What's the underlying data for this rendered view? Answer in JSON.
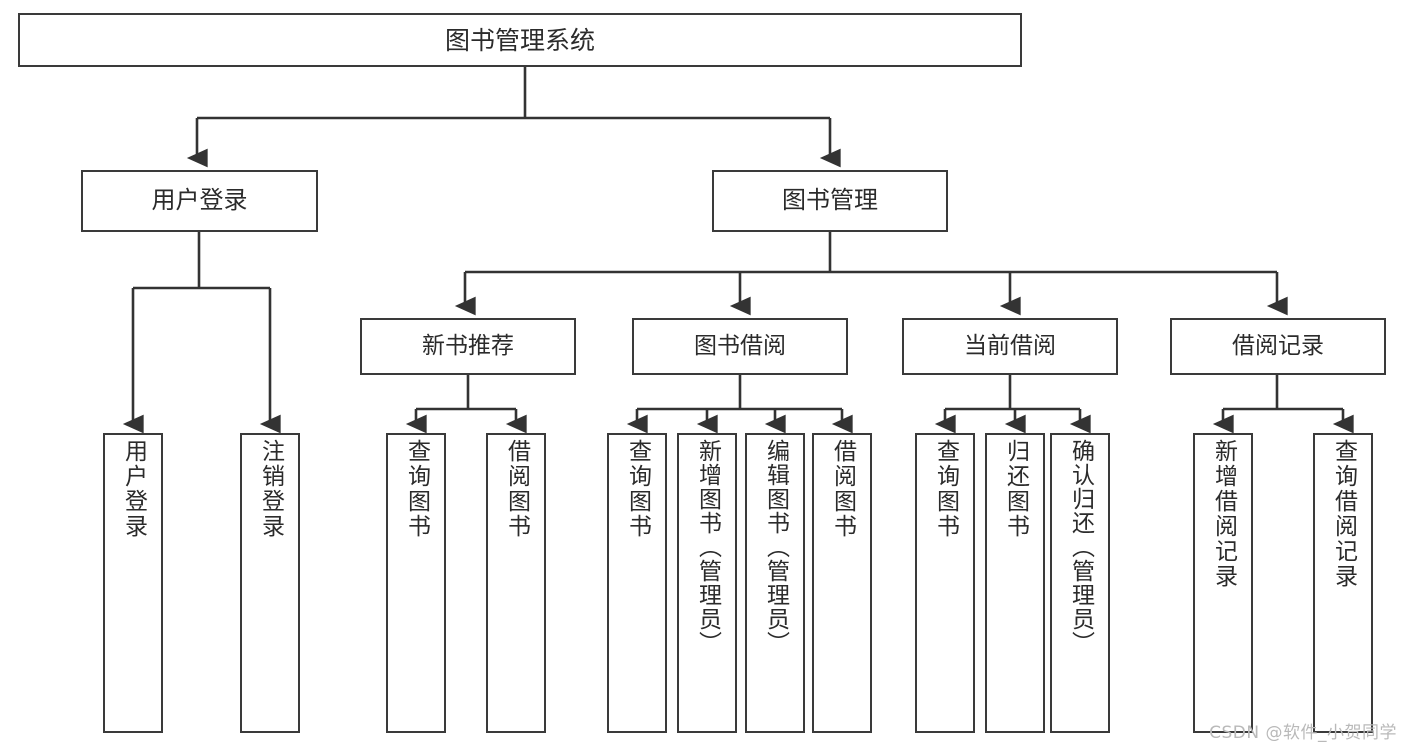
{
  "diagram": {
    "title": "图书管理系统",
    "type": "tree",
    "watermark": "CSDN @软件_小贺同学",
    "colors": {
      "box_border": "#3a3a3a",
      "box_fill": "#ffffff",
      "connector": "#333333",
      "text": "#2b2b2b",
      "watermark": "#b9b9b9"
    },
    "root": {
      "label": "图书管理系统"
    },
    "level2": [
      {
        "label": "用户登录"
      },
      {
        "label": "图书管理"
      }
    ],
    "level3": [
      {
        "label": "新书推荐"
      },
      {
        "label": "图书借阅"
      },
      {
        "label": "当前借阅"
      },
      {
        "label": "借阅记录"
      }
    ],
    "leaves": {
      "user_login": [
        {
          "label": "用户登录"
        },
        {
          "label": "注销登录"
        }
      ],
      "new_book": [
        {
          "label": "查询图书"
        },
        {
          "label": "借阅图书"
        }
      ],
      "book_borrow": [
        {
          "label": "查询图书"
        },
        {
          "label": "新增图书（管理员）"
        },
        {
          "label": "编辑图书（管理员）"
        },
        {
          "label": "借阅图书"
        }
      ],
      "current_borrow": [
        {
          "label": "查询图书"
        },
        {
          "label": "归还图书"
        },
        {
          "label": "确认归还（管理员）"
        }
      ],
      "borrow_record": [
        {
          "label": "新增借阅记录"
        },
        {
          "label": "查询借阅记录"
        }
      ]
    }
  }
}
